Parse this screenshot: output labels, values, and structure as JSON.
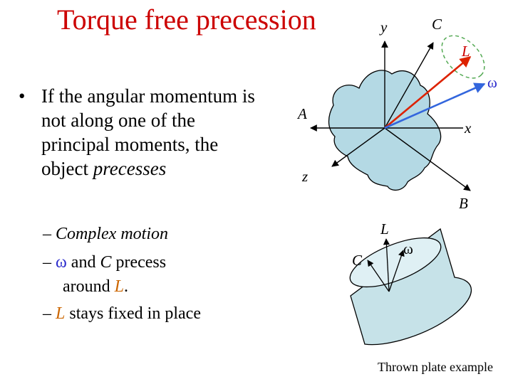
{
  "slide": {
    "title": "Torque free precession",
    "bullet_marker": "•",
    "bullet": "If the angular momentum is not along one of the principal moments, the object precesses",
    "bullet_plain": "If the angular momentum is not along one of the principal moments, the object ",
    "bullet_italic": "precesses",
    "sub_bullets": {
      "dash": "–",
      "s1": "Complex motion",
      "s2_omega": "ω",
      "s2_mid": " and ",
      "s2_c": "C",
      "s2_end": " precess",
      "s2_line2": "around ",
      "s2_l": "L",
      "s2_period": ".",
      "s3_l": "L",
      "s3_end": " stays fixed in place"
    }
  },
  "diagram": {
    "labels": {
      "y": "y",
      "C": "C",
      "L": "L",
      "omega": "ω",
      "A": "A",
      "x": "x",
      "z": "z",
      "B": "B"
    },
    "plate_labels": {
      "L": "L",
      "C": "C",
      "omega": "ω"
    },
    "caption": "Thrown plate example",
    "colors": {
      "L_vector": "#dd2200",
      "omega_vector": "#3366dd",
      "body_fill": "#b4d9e4",
      "cone": "#55aa55"
    }
  }
}
